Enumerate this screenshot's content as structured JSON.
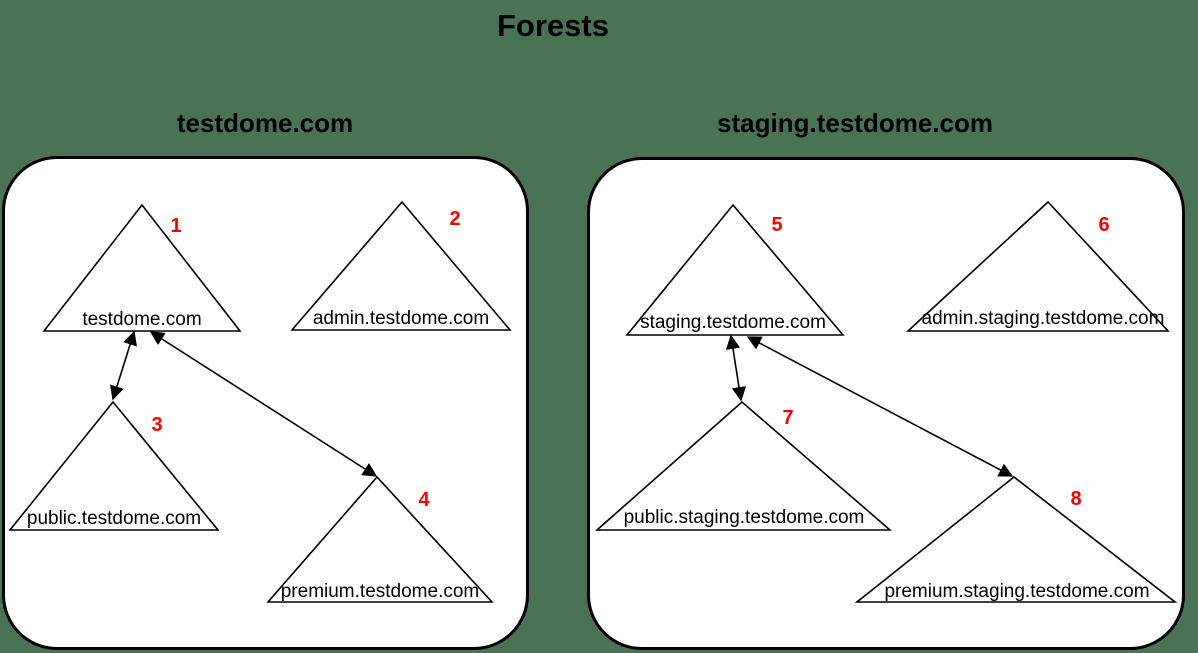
{
  "title": "Forests",
  "colors": {
    "background": "#4a7355",
    "box_fill": "#ffffff",
    "line": "#000000",
    "tree_number": "#ff0000"
  },
  "forests": [
    {
      "name": "testdome.com",
      "trees": [
        {
          "number": "1",
          "domain": "testdome.com"
        },
        {
          "number": "2",
          "domain": "admin.testdome.com"
        },
        {
          "number": "3",
          "domain": "public.testdome.com"
        },
        {
          "number": "4",
          "domain": "premium.testdome.com"
        }
      ],
      "trusts": [
        {
          "from": "1",
          "to": "3",
          "bidirectional": true
        },
        {
          "from": "1",
          "to": "4",
          "bidirectional": true
        }
      ]
    },
    {
      "name": "staging.testdome.com",
      "trees": [
        {
          "number": "5",
          "domain": "staging.testdome.com"
        },
        {
          "number": "6",
          "domain": "admin.staging.testdome.com"
        },
        {
          "number": "7",
          "domain": "public.staging.testdome.com"
        },
        {
          "number": "8",
          "domain": "premium.staging.testdome.com"
        }
      ],
      "trusts": [
        {
          "from": "5",
          "to": "7",
          "bidirectional": true
        },
        {
          "from": "5",
          "to": "8",
          "bidirectional": true
        }
      ]
    }
  ]
}
